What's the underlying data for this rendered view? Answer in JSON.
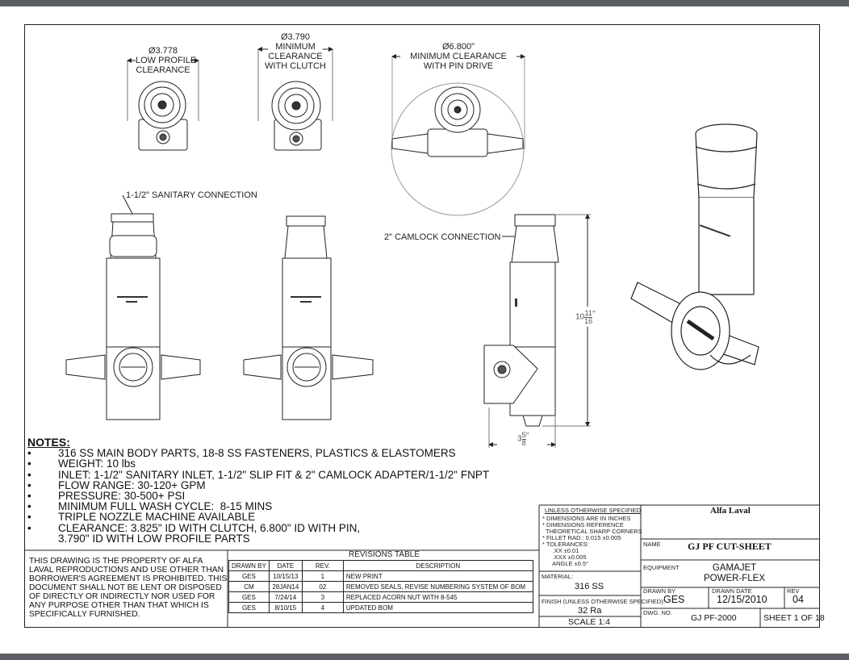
{
  "callouts": {
    "low_profile": [
      "Ø3.778",
      "LOW PROFILE",
      "CLEARANCE"
    ],
    "with_clutch": [
      "Ø3.790",
      "MINIMUM",
      "CLEARANCE",
      "WITH CLUTCH"
    ],
    "pin_drive": [
      "Ø6.800\"",
      "MINIMUM CLEARANCE",
      "WITH PIN DRIVE"
    ],
    "sanitary": "1-1/2\" SANITARY CONNECTION",
    "camlock": "2\" CAMLOCK CONNECTION",
    "height": {
      "whole": "10",
      "num": "11",
      "den": "16",
      "unit": "\""
    },
    "width": {
      "whole": "3",
      "num": "5",
      "den": "8",
      "unit": "\""
    }
  },
  "notes": {
    "title": "NOTES:",
    "items": [
      "316 SS MAIN BODY PARTS, 18-8 SS FASTENERS, PLASTICS & ELASTOMERS",
      "WEIGHT: 10 lbs",
      "INLET: 1-1/2\" SANITARY INLET, 1-1/2\" SLIP FIT & 2\" CAMLOCK ADAPTER/1-1/2\" FNPT",
      "FLOW RANGE: 30-120+ GPM",
      "PRESSURE: 30-500+ PSI",
      "MINIMUM FULL WASH CYCLE:  8-15 MINS",
      "TRIPLE NOZZLE MACHINE AVAILABLE",
      "CLEARANCE: 3.825\" ID WITH CLUTCH, 6.800\" ID WITH PIN,\n3.790\" ID WITH LOW PROFILE PARTS"
    ]
  },
  "property_notice": "THIS DRAWING IS THE PROPERTY OF ALFA LAVAL REPRODUCTIONS AND USE OTHER THAN BORROWER'S AGREEMENT IS PROHIBITED. THIS DOCUMENT SHALL NOT BE LENT OR DISPOSED OF DIRECTLY OR INDIRECTLY NOR USED FOR ANY PURPOSE OTHER THAN THAT WHICH IS SPECIFICALLY FURNISHED.",
  "revisions": {
    "title": "REVISIONS TABLE",
    "headers": [
      "DRAWN BY",
      "DATE",
      "REV.",
      "DESCRIPTION"
    ],
    "rows": [
      [
        "GES",
        "10/15/13",
        "1",
        "NEW PRINT"
      ],
      [
        "CM",
        "28JAN14",
        "02",
        "REMOVED SEALS, REVISE NUMBERING SYSTEM OF BOM"
      ],
      [
        "GES",
        "7/24/14",
        "3",
        "REPLACED ACORN NUT WITH 8-545"
      ],
      [
        "GES",
        "8/10/15",
        "4",
        "UPDATED BOM"
      ]
    ]
  },
  "specs": {
    "heading": "UNLESS OTHERWISE SPECIFIED",
    "lines": [
      "* DIMENSIONS ARE IN INCHES",
      "* DIMENSIONS REFERENCE",
      "  THEORETICAL SHARP CORNERS",
      "* FILLET RAD.: 0.015 ±0.005",
      "* TOLERANCES:",
      "      .XX ±0.01",
      "      .XXX ±0.005",
      "      ANGLE ±0.5°"
    ],
    "material_label": "MATERIAL:",
    "material": "316 SS",
    "finish_label": "FINISH (UNLESS OTHERWISE SPECIFIED):",
    "finish": "32 Ra",
    "scale": "SCALE 1:4"
  },
  "title_block": {
    "company": "Alfa Laval",
    "name_label": "NAME",
    "name": "GJ PF CUT-SHEET",
    "equipment_label": "EQUIPMENT",
    "equipment": [
      "GAMAJET",
      "POWER-FLEX"
    ],
    "drawn_by_label": "DRAWN BY",
    "drawn_by": "GES",
    "drawn_date_label": "DRAWN DATE",
    "drawn_date": "12/15/2010",
    "rev_label": "REV",
    "rev": "04",
    "dwg_label": "DWG. NO.",
    "dwg_no": "GJ PF-2000",
    "sheet": "SHEET 1 OF 18"
  }
}
